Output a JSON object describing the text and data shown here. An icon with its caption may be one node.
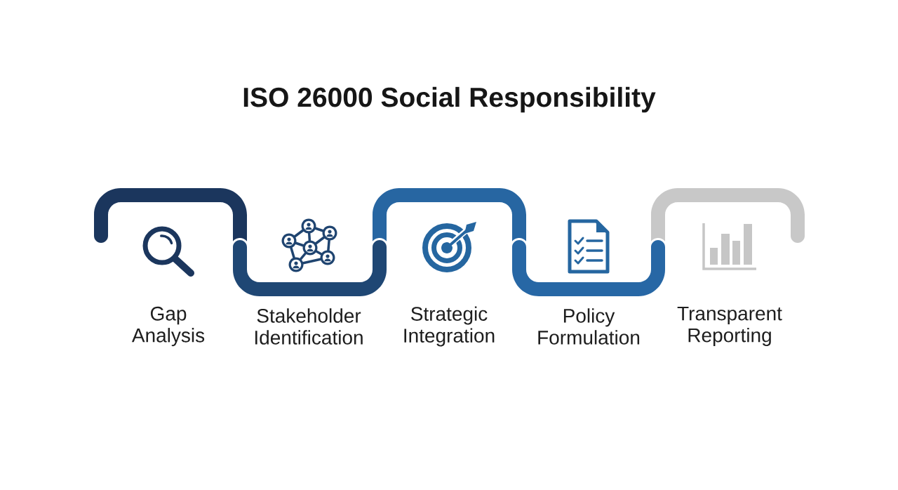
{
  "diagram": {
    "title": "ISO 26000 Social Responsibility",
    "nodes": [
      {
        "text": [
          "Gap Analysis"
        ]
      },
      {
        "text": [
          "Stakeholder Identification"
        ]
      },
      {
        "text": [
          "Strategic Integration"
        ]
      },
      {
        "text": [
          "Policy Formulation"
        ]
      },
      {
        "text": [
          "Transparent Reporting"
        ]
      }
    ]
  }
}
